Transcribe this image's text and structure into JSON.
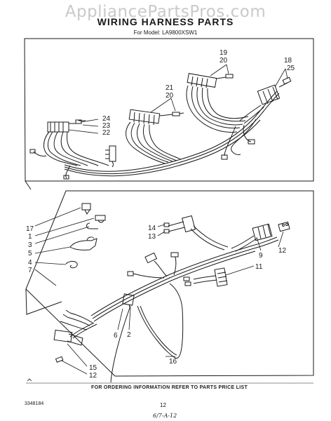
{
  "watermark": "AppliancePartsPros.com",
  "title": "WIRING HARNESS PARTS",
  "subtitle": "For Model: LA9800XSW1",
  "callouts": [
    "19",
    "20",
    "21",
    "20",
    "18",
    "25",
    "24",
    "23",
    "22",
    "17",
    "1",
    "3",
    "5",
    "4",
    "7",
    "14",
    "13",
    "9",
    "12",
    "11",
    "6",
    "2",
    "15",
    "12",
    "16"
  ],
  "footer": {
    "catalog_number": "3348184",
    "ordering_note": "FOR ORDERING INFORMATION REFER TO PARTS PRICE LIST",
    "page_number": "12",
    "handwritten_note": "6/7-A-12"
  }
}
